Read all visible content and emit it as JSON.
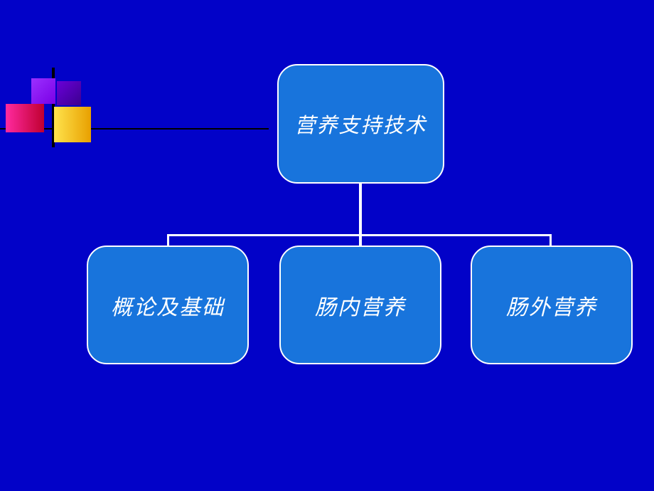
{
  "slide": {
    "background_color": "#0202C8",
    "decoration": {
      "square_violet_color": "#8800FF",
      "square_purple_color": "#5500CC",
      "square_magenta_color": "#E01080",
      "square_gold_color": "#FFD34D",
      "line_color": "#000000"
    },
    "diagram": {
      "box_fill": "#1874DC",
      "box_border": "#FFFFFF",
      "connector_color": "#FFFFFF",
      "root": {
        "label": "营养支持技术"
      },
      "children": [
        {
          "label": "概论及基础"
        },
        {
          "label": "肠内营养"
        },
        {
          "label": "肠外营养"
        }
      ]
    }
  }
}
